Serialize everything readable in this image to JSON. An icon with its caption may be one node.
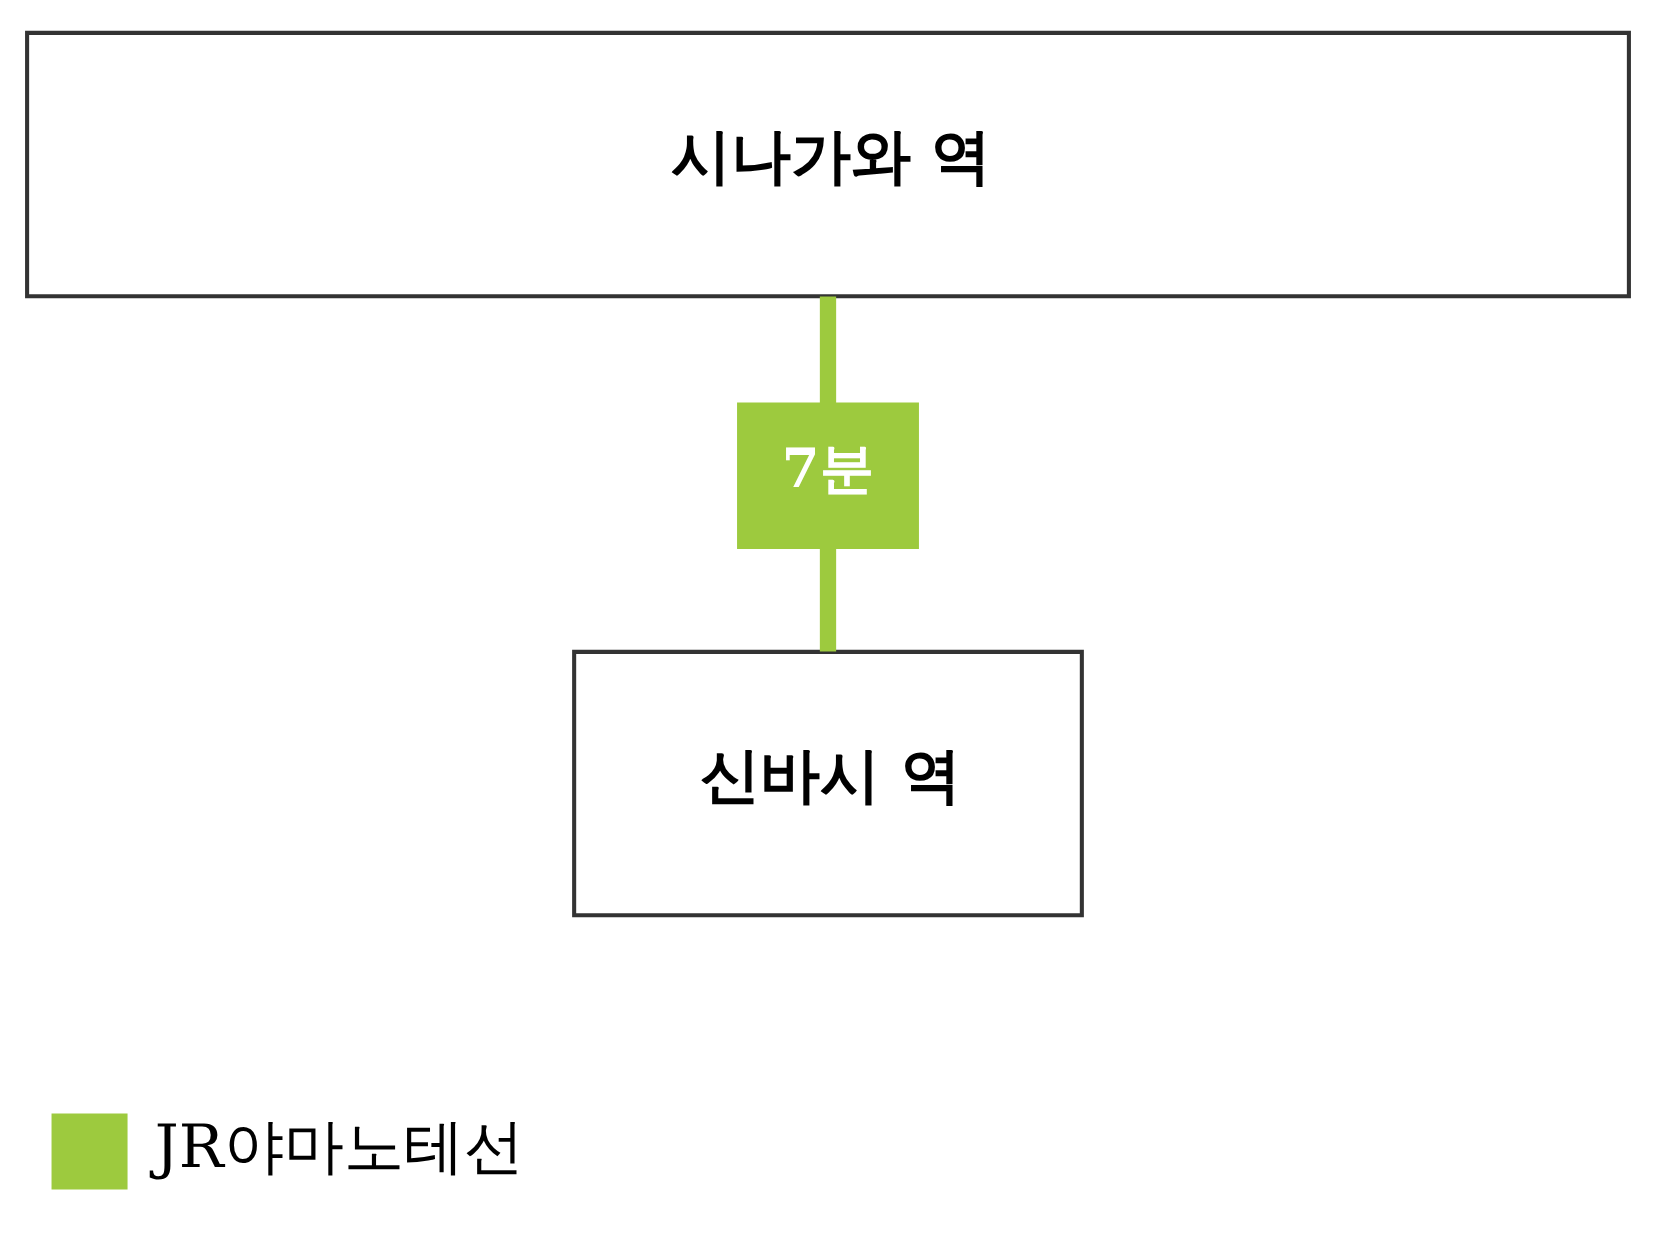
{
  "diagram": {
    "nodes": [
      {
        "text": [
          "시나가와 역"
        ]
      },
      {
        "text": [
          "신바시 역"
        ]
      }
    ],
    "edges": [
      {
        "from": 0,
        "to": 1,
        "arrow": "none",
        "label": "7분",
        "color": "#9dca3e"
      }
    ],
    "legend": [
      {
        "text": "JR야마노테선",
        "color": "#9dca3e"
      }
    ]
  }
}
